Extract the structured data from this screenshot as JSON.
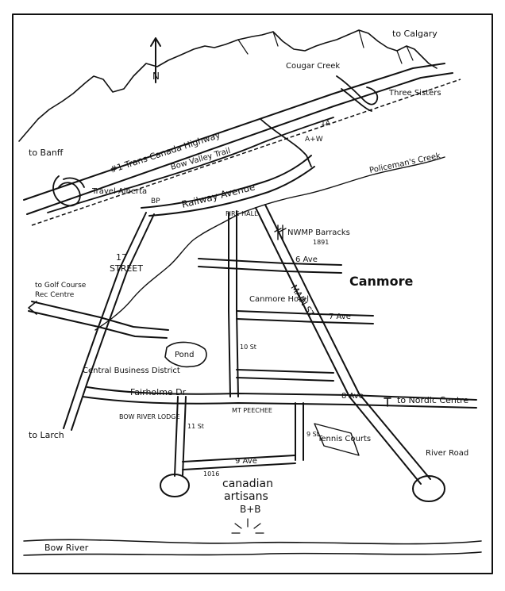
{
  "north_label": "N",
  "town_label": "Canmore",
  "places": {
    "calgary": "to Calgary",
    "banff": "to Banff",
    "cougar_creek": "Cougar Creek",
    "three_sisters": "Three Sisters",
    "travel_alberta": "Travel Alberta",
    "policemans_creek": "Policeman's Creek",
    "fire_hall": "FIRE HALL",
    "nwmp": "NWMP Barracks",
    "nwmp_year": "1891",
    "golf_course": "to Golf Course",
    "rec_centre": "Rec Centre",
    "canmore_hotel": "Canmore Hotel",
    "pond": "Pond",
    "central_business": "Central Business District",
    "bow_river_lodge": "BOW RIVER LODGE",
    "larch": "to Larch",
    "mt_peechee": "MT PEECHEE",
    "tennis": "Tennis Courts",
    "river_road": "River Road",
    "nordic": "to Nordic Centre",
    "artisans_number": "1016",
    "artisans_line1": "canadian",
    "artisans_line2": "artisans",
    "artisans_line3": "B+B",
    "bow_river": "Bow River"
  },
  "roads": {
    "trans_canada": "#1 Trans Canada Highway",
    "bow_valley": "Bow Valley Trail",
    "highway_1a": "1A",
    "aw": "A+W",
    "bp": "BP",
    "railway_avenue": "Railway Avenue",
    "seventeen_st_a": "17",
    "seventeen_st_b": "STREET",
    "sixth_ave": "6 Ave",
    "seventh_ave": "7 Ave",
    "eighth_ave": "8 Ave",
    "ninth_ave": "9 Ave",
    "main_st": "MAIN ST",
    "tenth_st": "10 St",
    "eleventh_st": "11 St",
    "ninth_st": "9 St",
    "fairholme": "Fairholme Dr"
  }
}
